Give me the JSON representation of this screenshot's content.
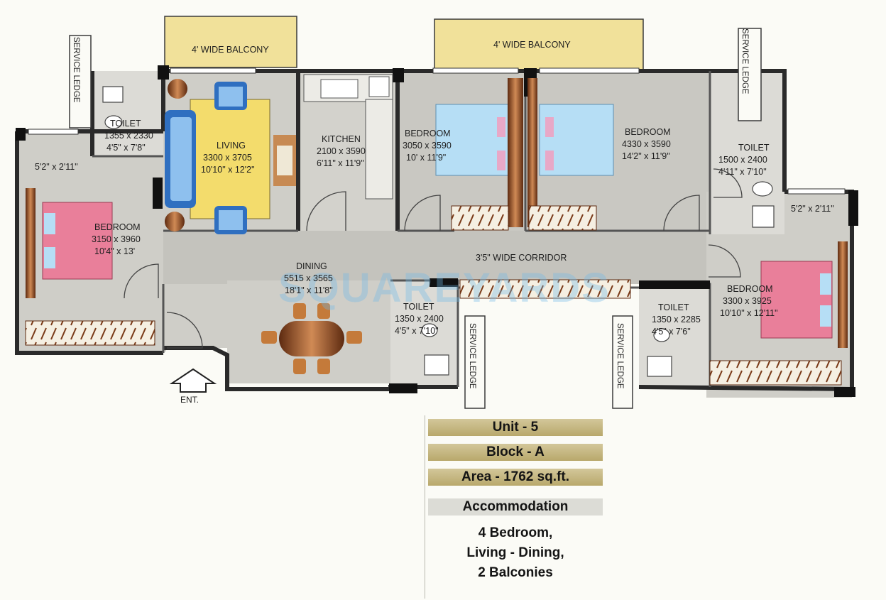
{
  "plan": {
    "balconies": [
      {
        "label": "4' WIDE BALCONY"
      },
      {
        "label": "4' WIDE BALCONY"
      }
    ],
    "service_ledges": [
      "SERVICE LEDGE",
      "SERVICE LEDGE",
      "SERVICE LEDGE",
      "SERVICE LEDGE"
    ],
    "rooms": {
      "living": {
        "name": "LIVING",
        "metric": "3300 x 3705",
        "imperial": "10'10\" x 12'2\""
      },
      "kitchen": {
        "name": "KITCHEN",
        "metric": "2100 x 3590",
        "imperial": "6'11\" x 11'9\""
      },
      "bedroom_2": {
        "name": "BEDROOM",
        "metric": "3050 x 3590",
        "imperial": "10' x 11'9\""
      },
      "bedroom_3": {
        "name": "BEDROOM",
        "metric": "4330 x 3590",
        "imperial": "14'2\" x 11'9\""
      },
      "bedroom_1": {
        "name": "BEDROOM",
        "metric": "3150 x 3960",
        "imperial": "10'4\" x 13'"
      },
      "bedroom_4": {
        "name": "BEDROOM",
        "metric": "3300 x 3925",
        "imperial": "10'10\" x 12'11\""
      },
      "dining": {
        "name": "DINING",
        "metric": "5515 x 3565",
        "imperial": "18'1\" x 11'8\""
      },
      "toilet_1": {
        "name": "TOILET",
        "metric": "1355 x 2330",
        "imperial": "4'5\" x 7'8\""
      },
      "toilet_2": {
        "name": "TOILET",
        "metric": "1500 x 2400",
        "imperial": "4'11\" x 7'10\""
      },
      "toilet_3": {
        "name": "TOILET",
        "metric": "1350 x 2400",
        "imperial": "4'5\" x 7'10\""
      },
      "toilet_4": {
        "name": "TOILET",
        "metric": "1350 x 2285",
        "imperial": "4'5\" x 7'6\""
      }
    },
    "ledge_left_dim": "5'2\" x 2'11\"",
    "ledge_right_dim": "5'2\" x 2'11\"",
    "corridor": "3'5\" WIDE CORRIDOR",
    "entrance": "ENT.",
    "watermark": "SQUAREYARDS"
  },
  "info": {
    "unit": "Unit - 5",
    "block": "Block - A",
    "area": "Area - 1762 sq.ft.",
    "accommodation_title": "Accommodation",
    "accommodation_lines": [
      "4 Bedroom,",
      "Living - Dining,",
      "2 Balconies"
    ]
  },
  "colors": {
    "floor": "#c9c8c2",
    "wall": "#161616",
    "balcony": "#f1e19a",
    "living_rug": "#f3dc6c",
    "sofa": "#2f6fc0",
    "bed_blue": "#b6def5",
    "bed_pink": "#e97f9a",
    "wood": "#8e4a22"
  }
}
